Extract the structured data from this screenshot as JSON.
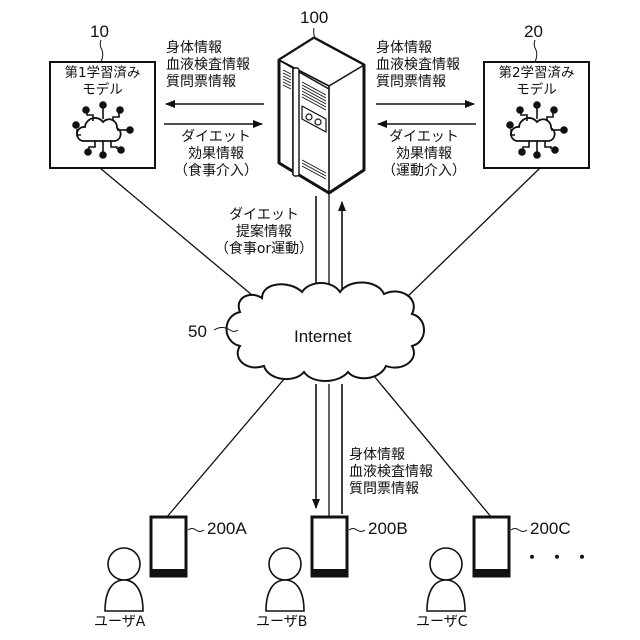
{
  "server": {
    "ref": "100"
  },
  "model1": {
    "ref": "10",
    "title_line1": "第1学習済み",
    "title_line2": "モデル",
    "icon": "ai-cloud-icon"
  },
  "model2": {
    "ref": "20",
    "title_line1": "第2学習済み",
    "title_line2": "モデル",
    "icon": "ai-cloud-icon"
  },
  "network": {
    "ref": "50",
    "label": "Internet"
  },
  "to_model1": {
    "line1": "身体情報",
    "line2": "血液検査情報",
    "line3": "質問票情報"
  },
  "from_model1": {
    "line1": "ダイエット",
    "line2": "効果情報",
    "line3": "（食事介入）"
  },
  "to_model2": {
    "line1": "身体情報",
    "line2": "血液検査情報",
    "line3": "質問票情報"
  },
  "from_model2": {
    "line1": "ダイエット",
    "line2": "効果情報",
    "line3": "（運動介入）"
  },
  "server_to_net": {
    "line1": "ダイエット",
    "line2": "提案情報",
    "line3": "（食事or運動）"
  },
  "user_to_net": {
    "line1": "身体情報",
    "line2": "血液検査情報",
    "line3": "質問票情報"
  },
  "devices": [
    {
      "ref": "200A",
      "user": "ユーザA"
    },
    {
      "ref": "200B",
      "user": "ユーザB"
    },
    {
      "ref": "200C",
      "user": "ユーザC"
    }
  ],
  "ellipsis": "・・・"
}
